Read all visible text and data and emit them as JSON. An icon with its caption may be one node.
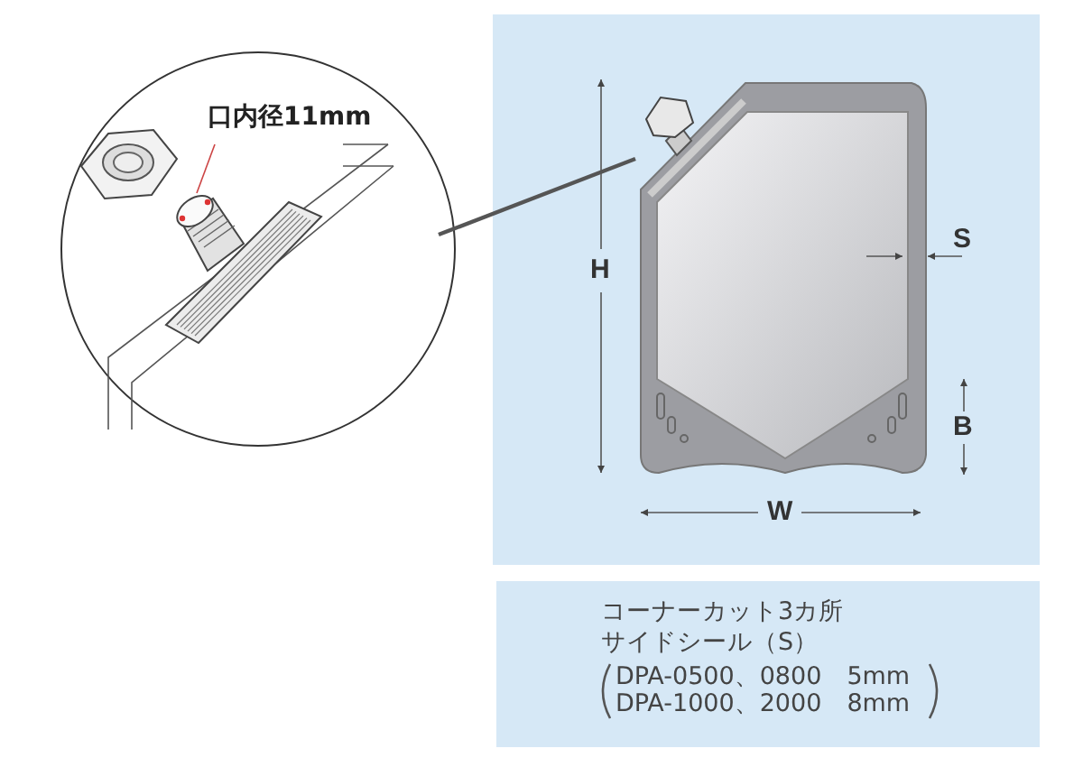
{
  "diagram": {
    "nodes": [
      {
        "text": [],
        "shape": "picture"
      },
      {
        "text": [],
        "shape": "picture"
      },
      {
        "text": [
          "コーナーカット3カ所",
          "サイドシール（S）",
          "DPA-0500、0800　5mm",
          "DPA-1000、2000　8mm"
        ]
      },
      {
        "text": [
          "口内径11mm"
        ],
        "in": 0
      }
    ],
    "edges": [
      {
        "from": 0,
        "to": 1,
        "arrow": "none"
      },
      {
        "from": 3,
        "to": null,
        "arrow": "none",
        "color": "#cc4444"
      }
    ],
    "labels": [
      "H",
      "S",
      "B",
      "W"
    ]
  }
}
